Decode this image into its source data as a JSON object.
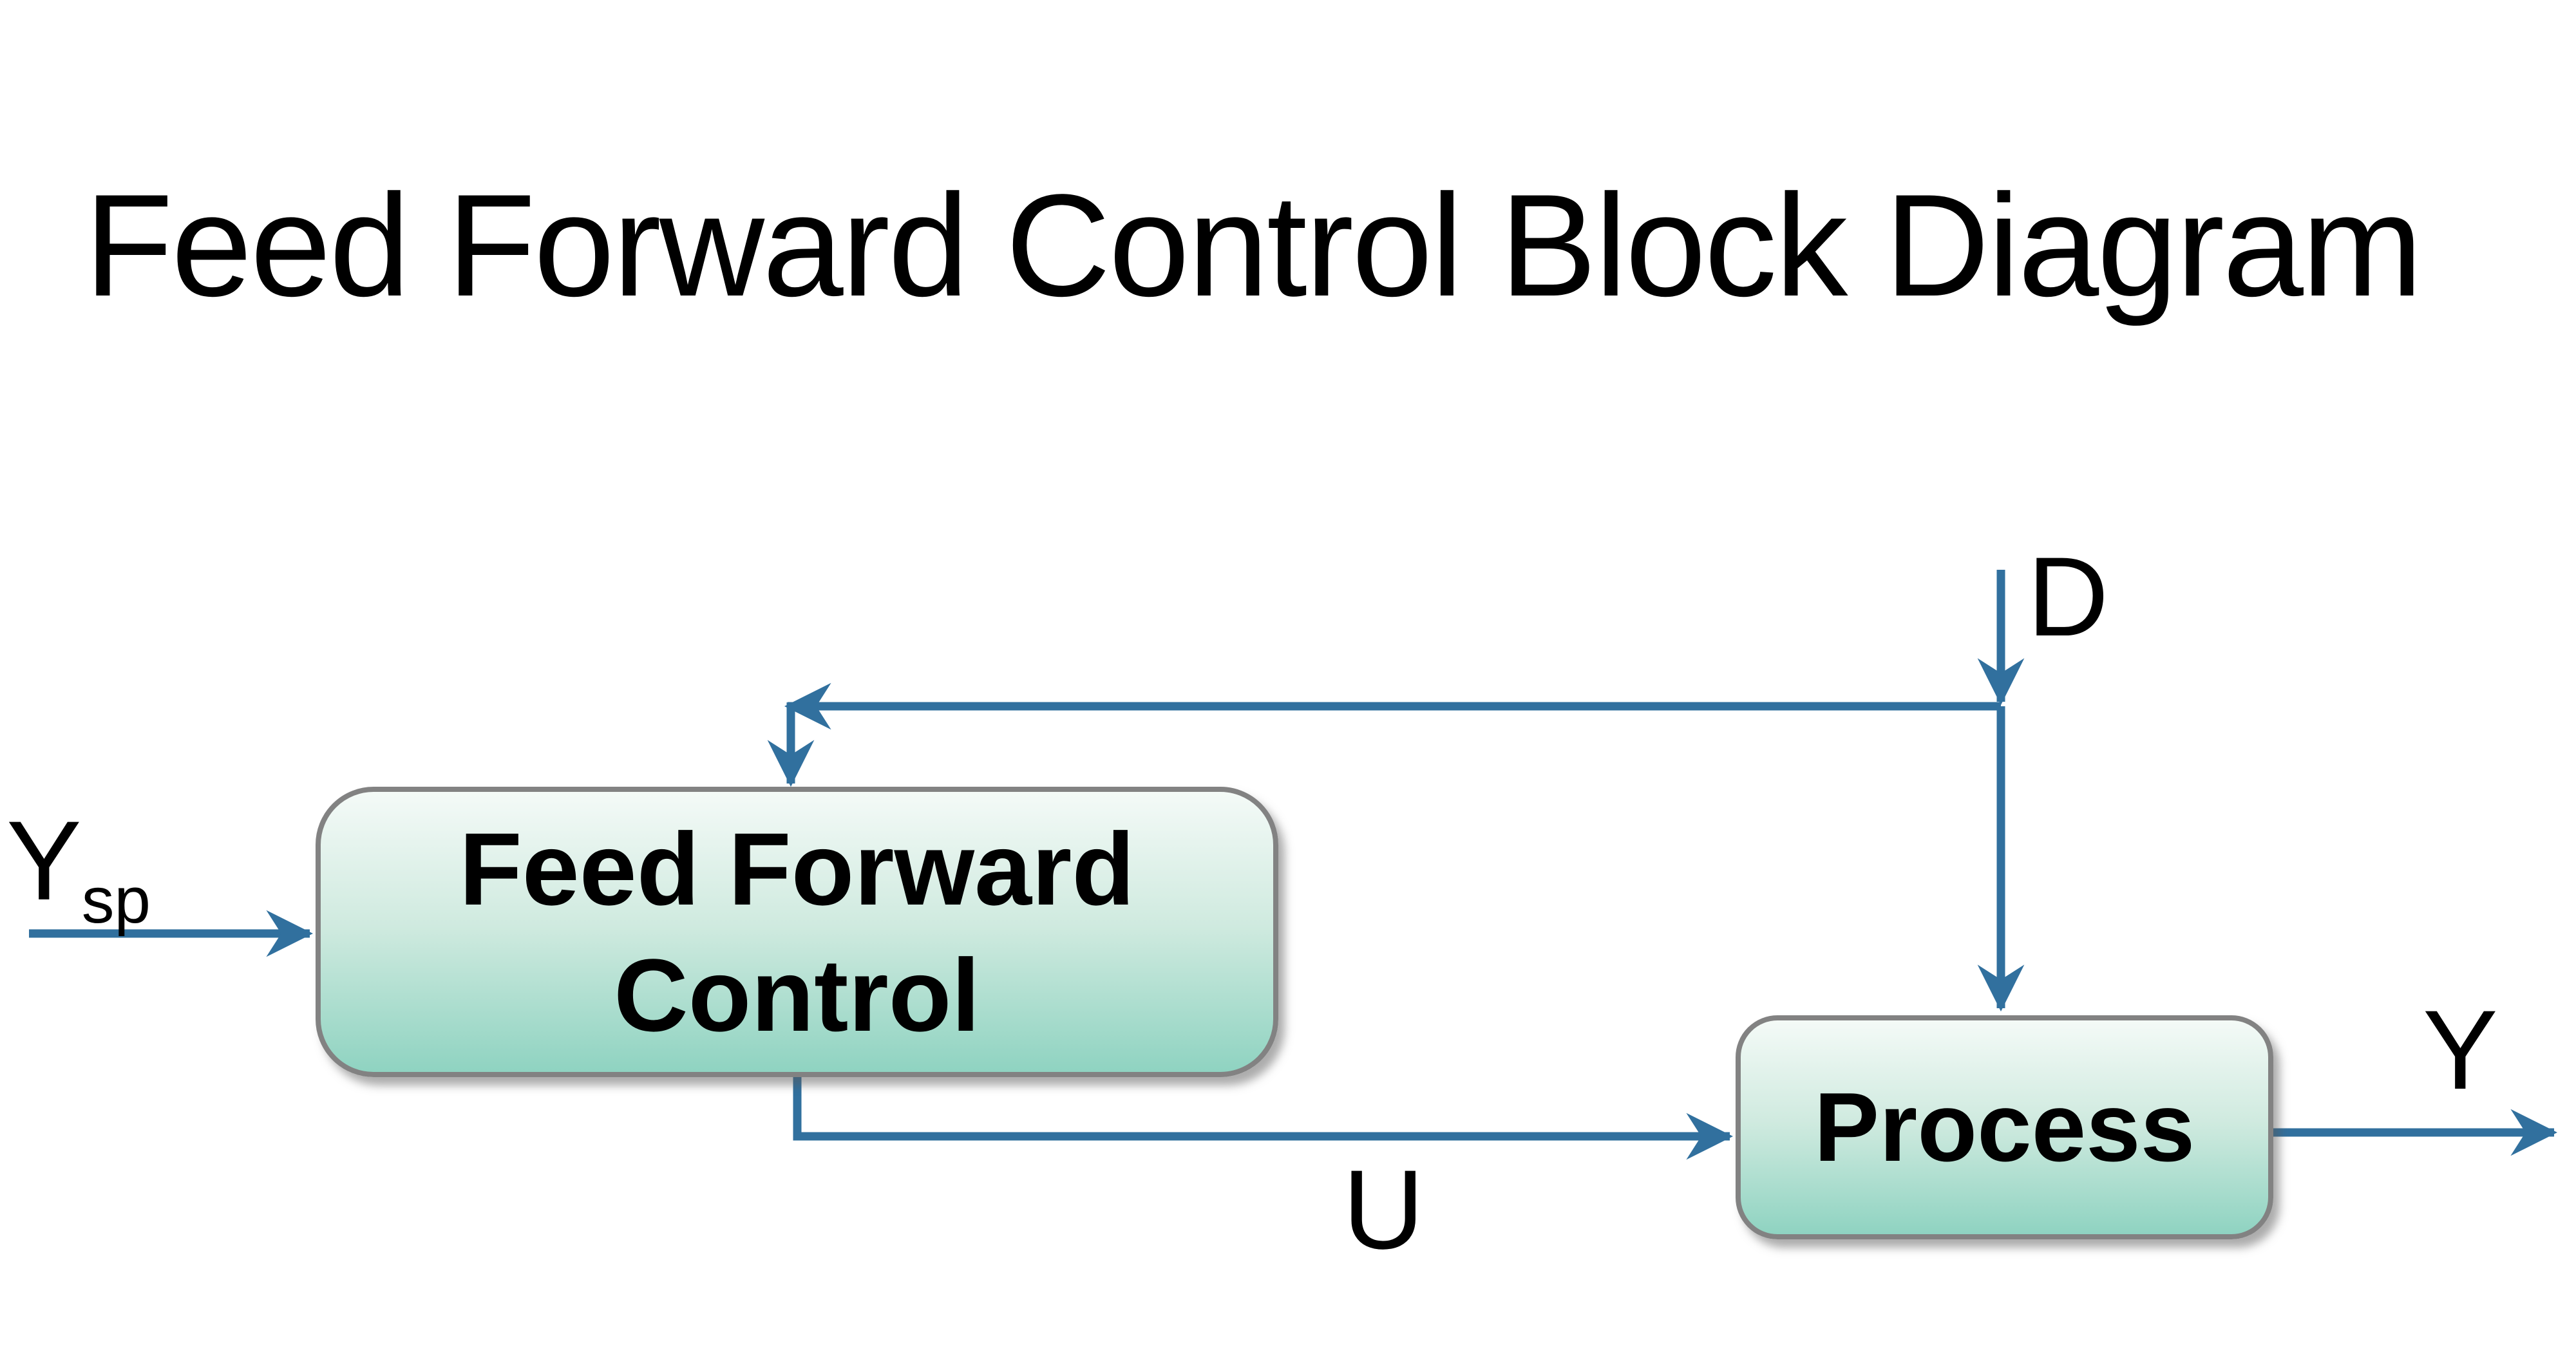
{
  "title": "Feed Forward Control Block Diagram",
  "blocks": {
    "feed_forward": {
      "line1": "Feed Forward",
      "line2": "Control"
    },
    "process": {
      "label": "Process"
    }
  },
  "signals": {
    "setpoint": {
      "base": "Y",
      "subscript": "sp"
    },
    "disturbance": "D",
    "control": "U",
    "output": "Y"
  },
  "colors": {
    "arrow": "#31709e",
    "box_border": "#828282",
    "box_top": "#f4faf7",
    "box_mid": "#cfeadf",
    "box_bottom": "#8fd3c1",
    "text": "#000000",
    "background": "#ffffff"
  }
}
